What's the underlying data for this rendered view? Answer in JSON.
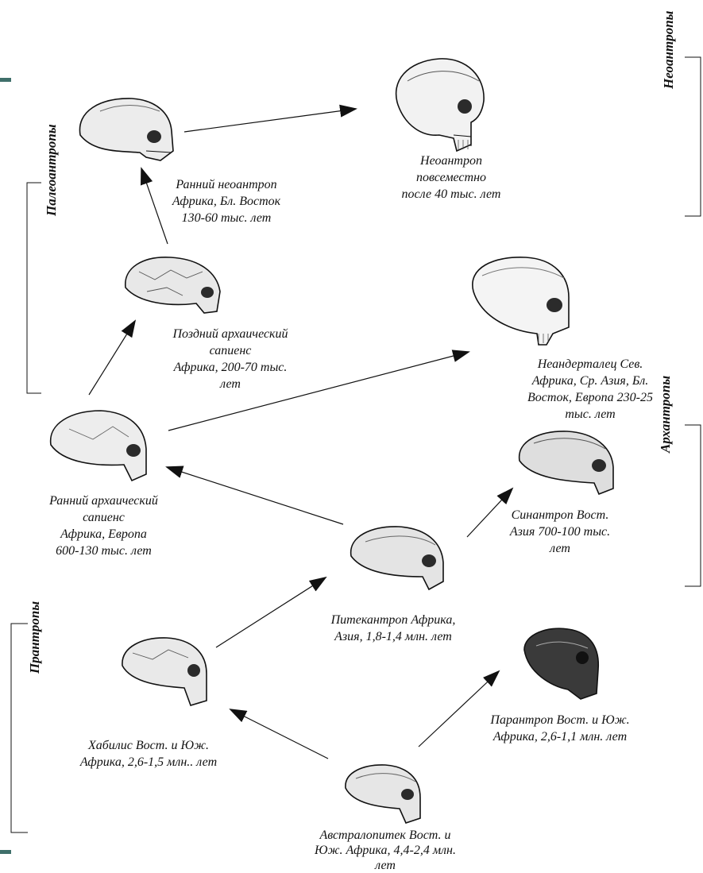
{
  "title": "",
  "colors": {
    "accent": "#3f6f6a",
    "ink": "#111111",
    "skull_shade": "#2b2b2b"
  },
  "groups": {
    "neoanthropes": "Неоантропы",
    "paleoanthropes": "Палеоантропы",
    "archanthropes": "Архантропы",
    "preanthropes": "Прантропы"
  },
  "nodes": {
    "neoanthrope": "Неоантроп\nповсеместно\nпосле 40 тыс. лет",
    "early_neoanthrope": "Ранний неоантроп\nАфрика, Бл. Восток\n130-60 тыс. лет",
    "late_archaic_sapiens": "Поздний архаический\nсапиенс\nАфрика, 200-70 тыс.\nлет",
    "neanderthal": "Неандерталец Сев.\nАфрика, Ср. Азия, Бл.\nВосток, Европа  230-25\nтыс. лет",
    "early_archaic_sapiens": "Ранний архаический\nсапиенс\nАфрика, Европа\n600-130 тыс. лет",
    "sinanthropus": "Синантроп Вост.\nАзия 700-100 тыс.\nлет",
    "pithecanthropus": "Питекантроп Африка,\nАзия, 1,8-1,4 млн. лет",
    "paranthropus": "Парантроп Вост. и Юж.\nАфрика, 2,6-1,1 млн. лет",
    "habilis": "Хабилис Вост. и Юж.\nАфрика, 2,6-1,5 млн.. лет",
    "australopithecus": "Австралопитек Вост. и\nЮж. Африка, 4,4-2,4 млн.\nлет"
  }
}
